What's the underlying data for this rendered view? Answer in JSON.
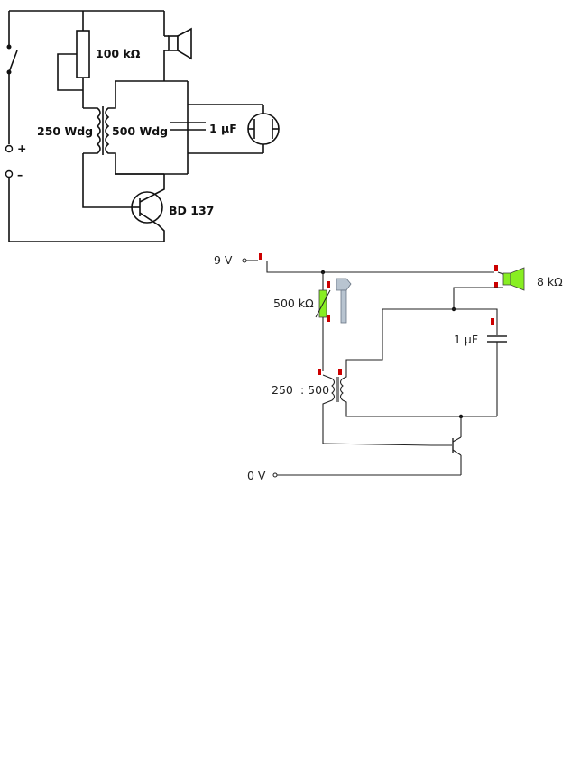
{
  "top_schematic": {
    "potentiometer_label": "100 kΩ",
    "primary_winding_label": "250 Wdg",
    "secondary_winding_label": "500 Wdg",
    "capacitor_label": "1 µF",
    "transistor_label": "BD 137",
    "plus_terminal_label": "+",
    "minus_terminal_label": "–"
  },
  "bottom_schematic": {
    "supply_label": "9 V",
    "ground_label": "0 V",
    "speaker_label": "8 kΩ",
    "potentiometer_label": "500 kΩ",
    "capacitor_label": "1 µF",
    "transformer_ratio_left": "250",
    "transformer_ratio_right": ": 500"
  },
  "colors": {
    "wire": "#111111",
    "probe_marker": "#cc0000",
    "speaker_fill": "#88ee22",
    "potentiometer_fill": "#88ee22",
    "slider_fill": "#b8c4d0"
  }
}
